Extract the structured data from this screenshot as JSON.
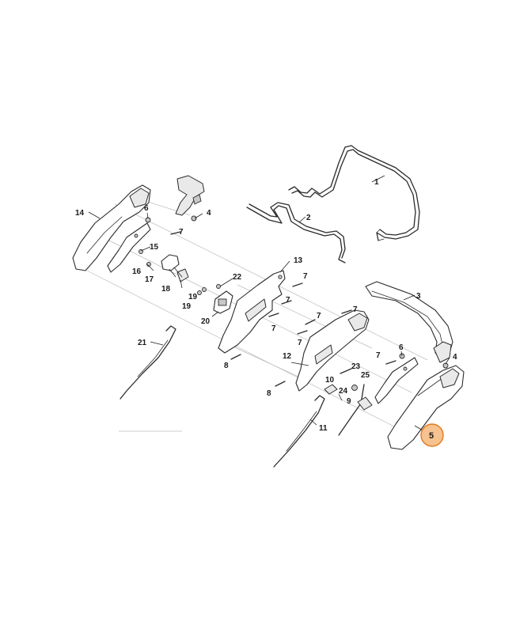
{
  "diagram": {
    "highlight_color": "#f6c28f",
    "highlight_stroke": "#e07a1d",
    "line_color": "#2b2b2b",
    "callouts": [
      {
        "id": "1",
        "label": "1"
      },
      {
        "id": "2",
        "label": "2"
      },
      {
        "id": "3",
        "label": "3"
      },
      {
        "id": "4a",
        "label": "4"
      },
      {
        "id": "4b",
        "label": "4"
      },
      {
        "id": "5",
        "label": "5",
        "highlighted": true
      },
      {
        "id": "6a",
        "label": "6"
      },
      {
        "id": "6b",
        "label": "6"
      },
      {
        "id": "7a",
        "label": "7"
      },
      {
        "id": "7b",
        "label": "7"
      },
      {
        "id": "7c",
        "label": "7"
      },
      {
        "id": "7d",
        "label": "7"
      },
      {
        "id": "7e",
        "label": "7"
      },
      {
        "id": "7f",
        "label": "7"
      },
      {
        "id": "7g",
        "label": "7"
      },
      {
        "id": "7h",
        "label": "7"
      },
      {
        "id": "8a",
        "label": "8"
      },
      {
        "id": "8b",
        "label": "8"
      },
      {
        "id": "9",
        "label": "9"
      },
      {
        "id": "10",
        "label": "10"
      },
      {
        "id": "11",
        "label": "11"
      },
      {
        "id": "12",
        "label": "12"
      },
      {
        "id": "13",
        "label": "13"
      },
      {
        "id": "14",
        "label": "14"
      },
      {
        "id": "15",
        "label": "15"
      },
      {
        "id": "16",
        "label": "16"
      },
      {
        "id": "17",
        "label": "17"
      },
      {
        "id": "18",
        "label": "18"
      },
      {
        "id": "19a",
        "label": "19"
      },
      {
        "id": "19b",
        "label": "19"
      },
      {
        "id": "20",
        "label": "20"
      },
      {
        "id": "21",
        "label": "21"
      },
      {
        "id": "22",
        "label": "22"
      },
      {
        "id": "23",
        "label": "23"
      },
      {
        "id": "24",
        "label": "24"
      },
      {
        "id": "25",
        "label": "25"
      }
    ]
  }
}
